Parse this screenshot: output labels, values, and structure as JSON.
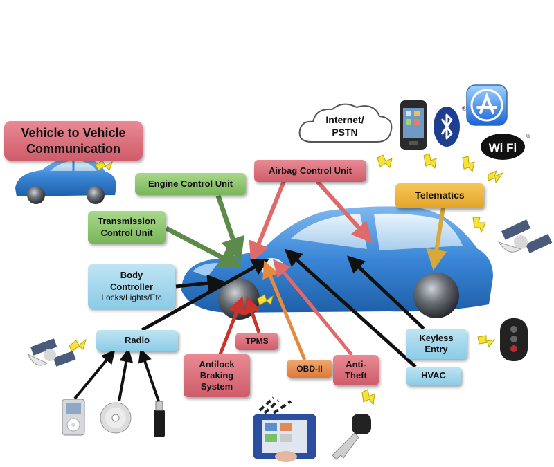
{
  "title": "Vehicle to Vehicle Communication",
  "cloud": {
    "line1": "Internet/",
    "line2": "PSTN"
  },
  "wifi": "Wi Fi",
  "boxes": {
    "engine": "Engine Control Unit",
    "airbag": "Airbag Control Unit",
    "telematics": "Telematics",
    "transmission": {
      "line1": "Transmission",
      "line2": "Control Unit"
    },
    "body": {
      "line1": "Body",
      "line2": "Controller",
      "line3": "Locks/Lights/Etc"
    },
    "radio": "Radio",
    "tpms": "TPMS",
    "antilock": {
      "line1": "Antilock",
      "line2": "Braking",
      "line3": "System"
    },
    "obd": "OBD-II",
    "antitheft": {
      "line1": "Anti-",
      "line2": "Theft"
    },
    "keyless": {
      "line1": "Keyless",
      "line2": "Entry"
    },
    "hvac": "HVAC"
  },
  "colors": {
    "red_box": "#cf5c6a",
    "green_box": "#79b55a",
    "blue_box": "#8ccbe6",
    "orange_box": "#dc7a38",
    "gold_box": "#e3a52a",
    "car_body": "#3a86d6",
    "lightning": "#f7e23a"
  }
}
